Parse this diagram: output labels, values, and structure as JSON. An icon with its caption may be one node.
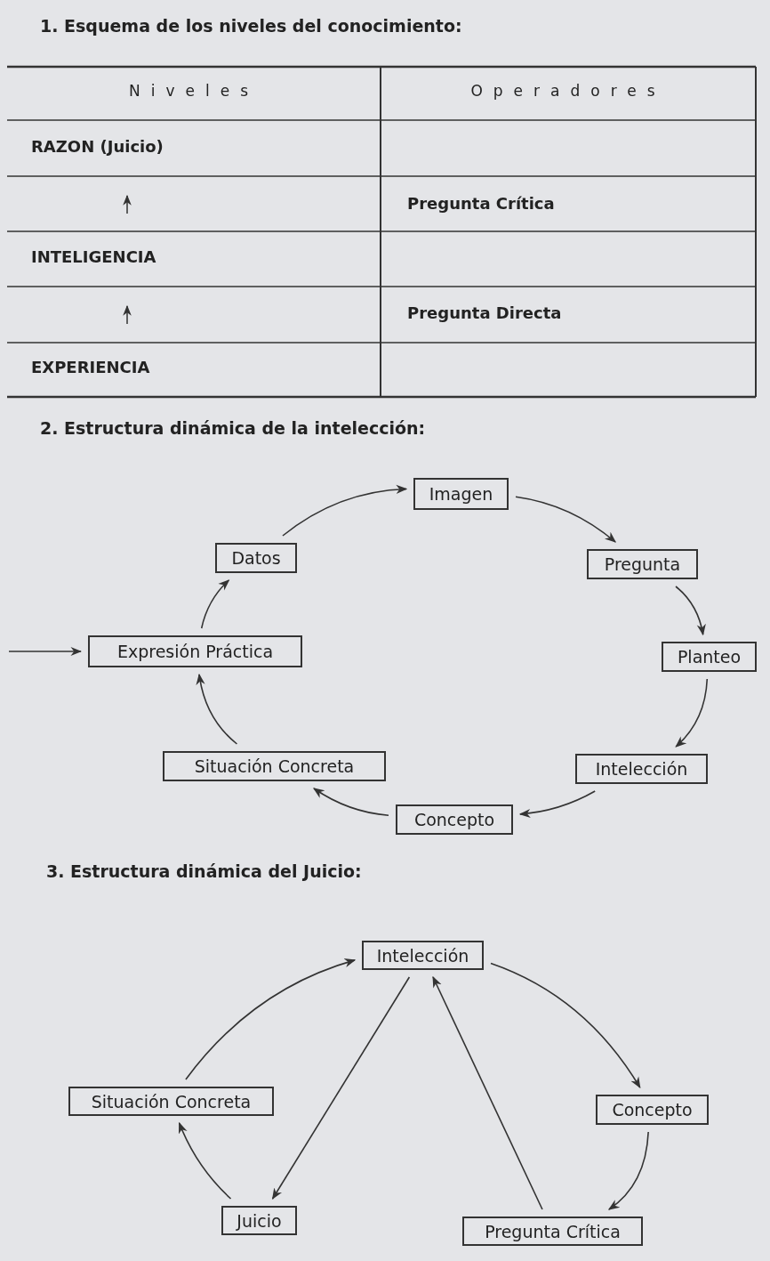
{
  "diagram": {
    "nodes": [
      {
        "text": [
          "Datos"
        ]
      },
      {
        "text": [
          "Imagen"
        ]
      },
      {
        "text": [
          "Pregunta"
        ]
      },
      {
        "text": [
          "Planteo"
        ]
      },
      {
        "text": [
          "Intelección"
        ]
      },
      {
        "text": [
          "Concepto"
        ]
      },
      {
        "text": [
          "Situación Concreta"
        ]
      },
      {
        "text": [
          "Expresión Práctica"
        ]
      },
      {
        "text": [
          "Intelección"
        ]
      },
      {
        "text": [
          "Concepto"
        ]
      },
      {
        "text": [
          "Pregunta Crítica"
        ]
      },
      {
        "text": [
          "Juicio"
        ]
      },
      {
        "text": [
          "Situación Concreta"
        ]
      }
    ],
    "edges": [
      {
        "from": 0,
        "to": 1,
        "arrow": "to"
      },
      {
        "from": 1,
        "to": 2,
        "arrow": "to"
      },
      {
        "from": 2,
        "to": 3,
        "arrow": "to"
      },
      {
        "from": 3,
        "to": 4,
        "arrow": "to"
      },
      {
        "from": 4,
        "to": 5,
        "arrow": "to"
      },
      {
        "from": 5,
        "to": 6,
        "arrow": "to"
      },
      {
        "from": 6,
        "to": 7,
        "arrow": "to"
      },
      {
        "from": 7,
        "to": 0,
        "arrow": "to"
      },
      {
        "from": null,
        "to": 7,
        "arrow": "to"
      },
      {
        "from": 8,
        "to": 9,
        "arrow": "to"
      },
      {
        "from": 9,
        "to": 10,
        "arrow": "to"
      },
      {
        "from": 10,
        "to": 8,
        "arrow": "to"
      },
      {
        "from": 8,
        "to": 11,
        "arrow": "to"
      },
      {
        "from": 11,
        "to": 12,
        "arrow": "to"
      },
      {
        "from": 12,
        "to": 8,
        "arrow": "to"
      }
    ],
    "labels": [
      "1. Esquema de los niveles del conocimiento:",
      "Niveles",
      "Operadores",
      "RAZON (Juicio)",
      "Pregunta Crítica",
      "INTELIGENCIA",
      "Pregunta Directa",
      "EXPERIENCIA",
      "2. Estructura dinámica de la intelección:",
      "3. Estructura dinámica del Juicio:"
    ]
  }
}
